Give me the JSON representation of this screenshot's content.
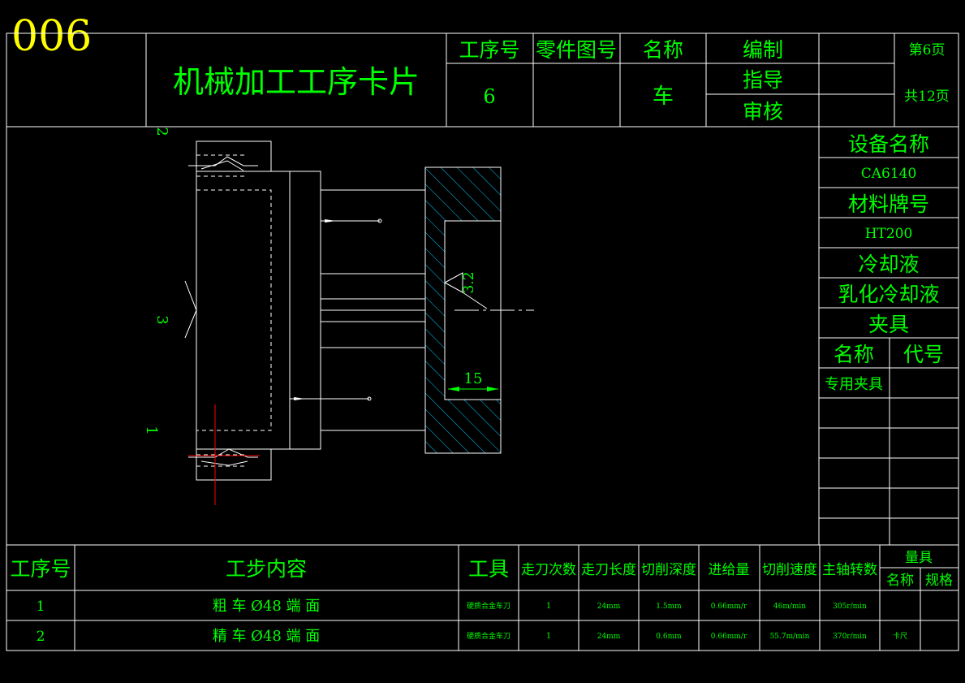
{
  "drawing_number": "006",
  "colors": {
    "background": "#000000",
    "frame": "#ffffff",
    "text": "#00ff00",
    "drawing_number": "#ffff00",
    "hatch": "#00c8ff",
    "center_mark": "#ff0000"
  },
  "header": {
    "title": "机械加工工序卡片",
    "label_process_no": "工序号",
    "label_part_drawing_no": "零件图号",
    "label_name": "名称",
    "label_prepared": "编制",
    "label_guided": "指导",
    "label_reviewed": "审核",
    "page": "第6页",
    "total_pages": "共12页",
    "process_no": "6",
    "part_drawing_no": "",
    "name": "车"
  },
  "side": {
    "equipment_label": "设备名称",
    "equipment": "CA6140",
    "material_label": "材料牌号",
    "material": "HT200",
    "coolant_label": "冷却液",
    "coolant": "乳化冷却液",
    "fixture_label": "夹具",
    "fixture_name_label": "名称",
    "fixture_code_label": "代号",
    "fixture_name": "专用夹具",
    "fixture_code": ""
  },
  "drawing": {
    "label_2": "2",
    "label_3": "3",
    "label_1": "1",
    "roughness": "3.2",
    "dimension": "15"
  },
  "table": {
    "headers": {
      "step": "工序号",
      "content": "工步内容",
      "tool": "工具",
      "passes": "走刀次数",
      "length": "走刀长度",
      "depth": "切削深度",
      "feed": "进给量",
      "speed": "切削速度",
      "spindle": "主轴转数",
      "gauge": "量具",
      "gauge_name": "名称",
      "gauge_spec": "规格"
    },
    "rows": [
      {
        "step": "1",
        "content": "粗 车 Ø48 端 面",
        "tool": "硬质合金车刀",
        "passes": "1",
        "length": "24mm",
        "depth": "1.5mm",
        "feed": "0.66mm/r",
        "speed": "46m/min",
        "spindle": "305r/min",
        "gauge_name": "",
        "gauge_spec": ""
      },
      {
        "step": "2",
        "content": "精 车 Ø48 端 面",
        "tool": "硬质合金车刀",
        "passes": "1",
        "length": "24mm",
        "depth": "0.6mm",
        "feed": "0.66mm/r",
        "speed": "55.7m/min",
        "spindle": "370r/min",
        "gauge_name": "卡尺",
        "gauge_spec": ""
      }
    ]
  }
}
